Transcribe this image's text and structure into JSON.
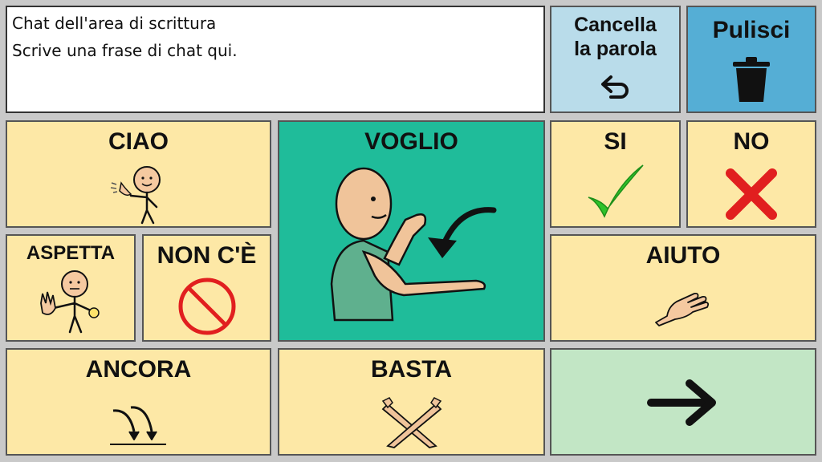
{
  "chat": {
    "line1": "Chat dell'area di scrittura",
    "line2": "Scrive una frase di chat qui."
  },
  "buttons": {
    "delete_word": {
      "line1": "Cancella",
      "line2": "la parola",
      "icon": "undo-arrow-icon"
    },
    "clear": {
      "label": "Pulisci",
      "icon": "trash-icon"
    },
    "ciao": {
      "label": "CIAO",
      "icon": "person-waving-icon"
    },
    "voglio": {
      "label": "VOGLIO",
      "icon": "person-wanting-icon"
    },
    "si": {
      "label": "SI",
      "icon": "checkmark-icon"
    },
    "no": {
      "label": "NO",
      "icon": "red-x-icon"
    },
    "aspetta": {
      "label": "ASPETTA",
      "icon": "person-stop-icon"
    },
    "non_ce": {
      "label": "NON C'È",
      "icon": "prohibited-icon"
    },
    "aiuto": {
      "label": "AIUTO",
      "icon": "open-hand-icon"
    },
    "ancora": {
      "label": "ANCORA",
      "icon": "repeat-arrows-icon"
    },
    "basta": {
      "label": "BASTA",
      "icon": "crossed-arms-icon"
    },
    "next": {
      "icon": "right-arrow-icon"
    }
  },
  "colors": {
    "yellow": "#fde8a6",
    "teal": "#1fbc9a",
    "light_blue": "#b9dcea",
    "blue": "#55aed5",
    "light_green": "#c2e6c5",
    "check_green": "#2fc22a",
    "no_red": "#e11f1f"
  }
}
